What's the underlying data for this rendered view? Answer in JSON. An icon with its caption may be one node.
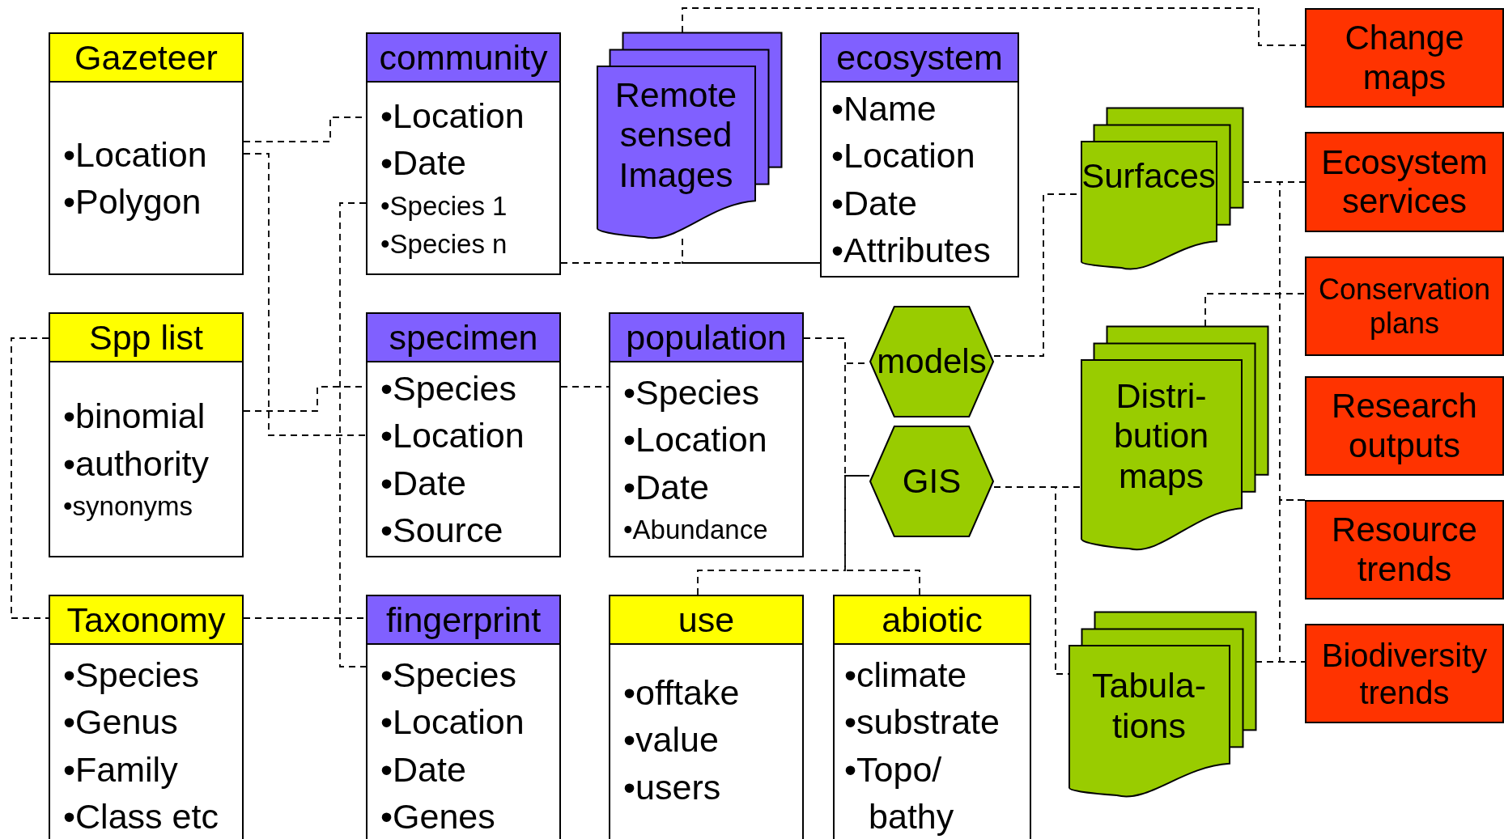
{
  "diagram": {
    "nodes": [
      {
        "text": [
          "Gazeteer",
          "•Location",
          "•Polygon"
        ]
      },
      {
        "text": [
          "community",
          "•Location",
          "•Date",
          "•Species 1",
          "•Species n"
        ]
      },
      {
        "text": [
          "Remote sensed Images"
        ]
      },
      {
        "text": [
          "ecosystem",
          "•Name",
          "•Location",
          "•Date",
          "•Attributes"
        ]
      },
      {
        "text": [
          "Change maps"
        ]
      },
      {
        "text": [
          "Surfaces"
        ]
      },
      {
        "text": [
          "Ecosystem services"
        ]
      },
      {
        "text": [
          "Spp list",
          "•binomial",
          "•authority",
          "•synonyms"
        ]
      },
      {
        "text": [
          "specimen",
          "•Species",
          "•Location",
          "•Date",
          "•Source"
        ]
      },
      {
        "text": [
          "population",
          "•Species",
          "•Location",
          "•Date",
          "•Abundance"
        ]
      },
      {
        "text": [
          "models"
        ]
      },
      {
        "text": [
          "Conservation plans"
        ]
      },
      {
        "text": [
          "Distri- bution maps"
        ]
      },
      {
        "text": [
          "GIS"
        ]
      },
      {
        "text": [
          "Research outputs"
        ]
      },
      {
        "text": [
          "Resource trends"
        ]
      },
      {
        "text": [
          "Taxonomy",
          "•Species",
          "•Genus",
          "•Family",
          "•Class etc"
        ]
      },
      {
        "text": [
          "fingerprint",
          "•Species",
          "•Location",
          "•Date",
          "•Genes"
        ]
      },
      {
        "text": [
          "use",
          "•offtake",
          "•value",
          "•users"
        ]
      },
      {
        "text": [
          "abiotic",
          "•climate",
          "•substrate",
          "•Topo/ bathy"
        ]
      },
      {
        "text": [
          "Tabula- tions"
        ]
      },
      {
        "text": [
          "Biodiversity trends"
        ]
      }
    ],
    "edges": [
      {
        "from": 0,
        "to": 1,
        "arrow": "none",
        "style": "dashed"
      },
      {
        "from": 0,
        "to": 8,
        "arrow": "none",
        "style": "dashed"
      },
      {
        "from": 7,
        "to": 8,
        "arrow": "none",
        "style": "dashed"
      },
      {
        "from": 7,
        "to": 16,
        "arrow": "none",
        "style": "dashed"
      },
      {
        "from": 16,
        "to": 17,
        "arrow": "none",
        "style": "dashed"
      },
      {
        "from": 1,
        "to": 17,
        "arrow": "none",
        "style": "dashed"
      },
      {
        "from": 1,
        "to": 3,
        "arrow": "none",
        "style": "dashed"
      },
      {
        "from": 2,
        "to": 4,
        "arrow": "none",
        "style": "dashed"
      },
      {
        "from": 2,
        "to": 3,
        "arrow": "none",
        "style": "dashed"
      },
      {
        "from": 8,
        "to": 9,
        "arrow": "none",
        "style": "dashed"
      },
      {
        "from": 9,
        "to": 10,
        "arrow": "none",
        "style": "dashed"
      },
      {
        "from": 9,
        "to": 13,
        "arrow": "none",
        "style": "dashed"
      },
      {
        "from": 18,
        "to": 13,
        "arrow": "none",
        "style": "dashed"
      },
      {
        "from": 19,
        "to": 13,
        "arrow": "none",
        "style": "dashed"
      },
      {
        "from": 10,
        "to": 5,
        "arrow": "none",
        "style": "dashed"
      },
      {
        "from": 13,
        "to": 12,
        "arrow": "none",
        "style": "dashed"
      },
      {
        "from": 13,
        "to": 20,
        "arrow": "none",
        "style": "dashed"
      },
      {
        "from": 12,
        "to": 11,
        "arrow": "none",
        "style": "dashed"
      },
      {
        "from": 5,
        "to": 6,
        "arrow": "none",
        "style": "dashed"
      },
      {
        "from": 5,
        "to": 15,
        "arrow": "none",
        "style": "dashed"
      },
      {
        "from": 20,
        "to": 21,
        "arrow": "none",
        "style": "dashed"
      },
      {
        "from": 20,
        "to": 15,
        "arrow": "none",
        "style": "dashed"
      }
    ]
  }
}
